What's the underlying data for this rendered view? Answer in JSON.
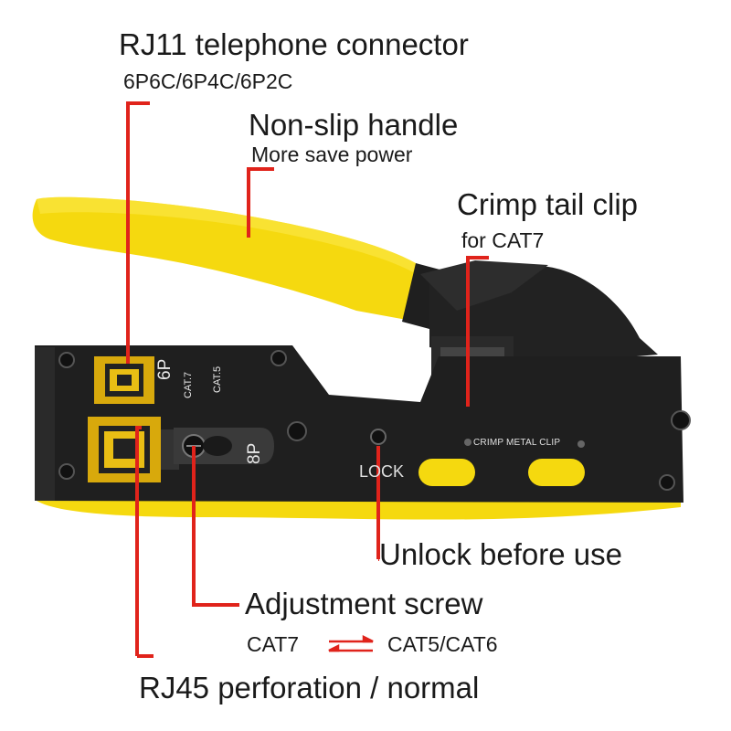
{
  "labels": {
    "rj11_title": "RJ11 telephone connector",
    "rj11_sub": "6P6C/6P4C/6P2C",
    "handle_title": "Non-slip handle",
    "handle_sub": "More save power",
    "crimp_title": "Crimp tail clip",
    "crimp_sub": "for CAT7",
    "unlock": "Unlock before use",
    "adjust_title": "Adjustment screw",
    "adjust_left": "CAT7",
    "adjust_right": "CAT5/CAT6",
    "rj45": "RJ45 perforation / normal"
  },
  "tool_marks": {
    "lock": "LOCK",
    "crimp_metal_clip": "CRIMP METAL CLIP",
    "six_p": "6P",
    "cat7": "CAT.7",
    "cat5": "CAT.5",
    "eight_p": "8P"
  },
  "colors": {
    "callout_red": "#e0231b",
    "tool_yellow": "#f5d90f",
    "tool_black": "#1f1f1f"
  }
}
